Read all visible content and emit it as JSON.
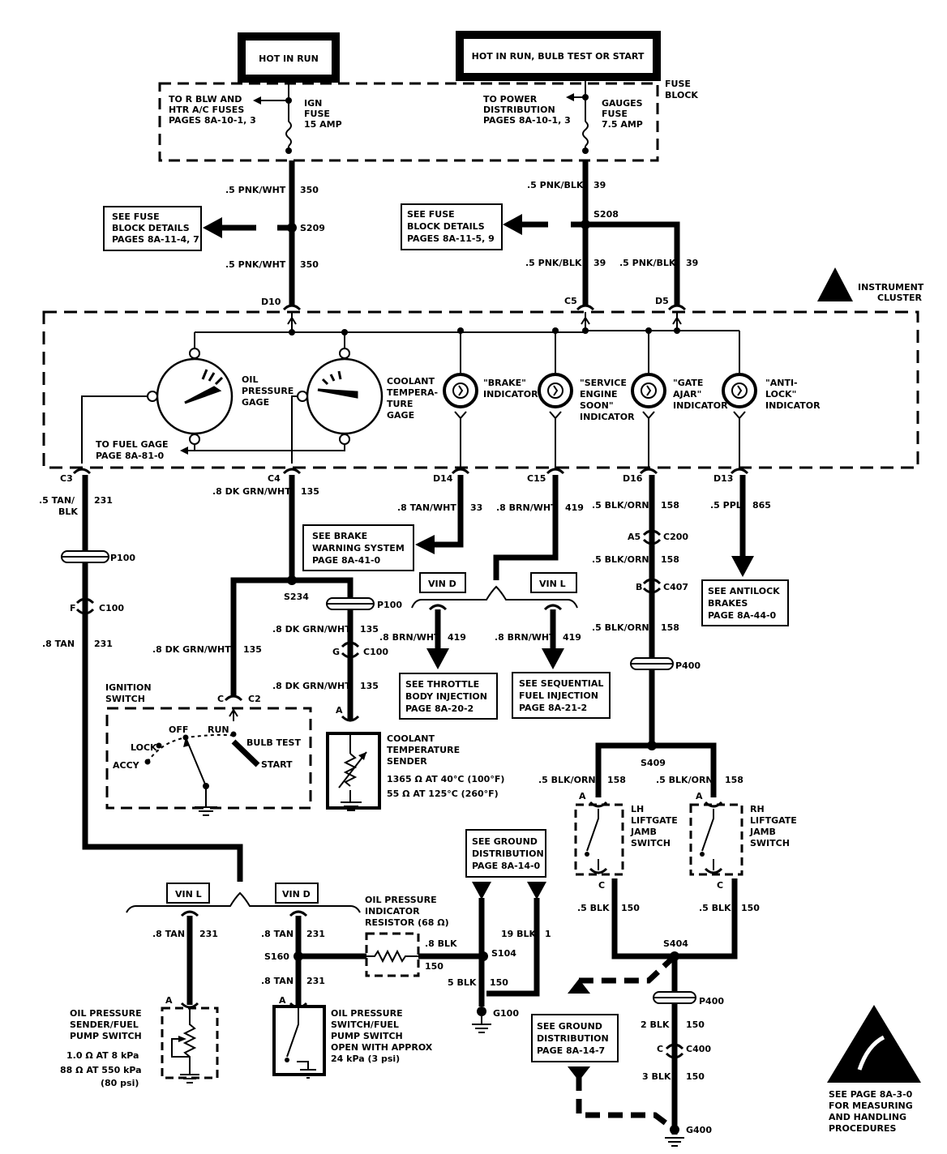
{
  "power": {
    "hot_run": "HOT IN RUN",
    "hot_run_bulb": "HOT IN RUN, BULB TEST OR START"
  },
  "fuse_block": {
    "label_1": "FUSE",
    "label_2": "BLOCK",
    "left_note": [
      "TO R BLW AND",
      "HTR A/C FUSES",
      "PAGES 8A-10-1, 3"
    ],
    "ign_fuse": [
      "IGN",
      "FUSE",
      "15 AMP"
    ],
    "right_note": [
      "TO POWER",
      "DISTRIBUTION",
      "PAGES 8A-10-1, 3"
    ],
    "gauges_fuse": [
      "GAUGES",
      "FUSE",
      "7.5 AMP"
    ]
  },
  "wires": {
    "w350_top": ".5 PNK/WHT",
    "c350": "350",
    "w350_bot": ".5 PNK/WHT",
    "w39_top": ".5 PNK/BLK",
    "c39": "39",
    "w39_bl": ".5 PNK/BLK",
    "w39_br": ".5 PNK/BLK",
    "w231": ".5 TAN/",
    "w231b": "BLK",
    "c231": "231",
    "w135": ".8 DK GRN/WHT",
    "c135": "135",
    "w33": ".8 TAN/WHT",
    "c33": "33",
    "w419": ".8 BRN/WHT",
    "c419": "419",
    "w158": ".5 BLK/ORN",
    "c158": "158",
    "w865": ".5 PPL",
    "c865": "865",
    "w8tan": ".8 TAN",
    "w8blk": ".8 BLK",
    "w19blk": "19 BLK",
    "c1": "1",
    "w5blk": "5 BLK",
    "w5blk2": ".5 BLK",
    "c150": "150",
    "w2blk": "2 BLK",
    "w3blk": "3 BLK"
  },
  "splices": {
    "s209": "S209",
    "s208": "S208",
    "s234": "S234",
    "s409": "S409",
    "s160": "S160",
    "s104": "S104",
    "s404": "S404"
  },
  "connectors": {
    "d10": "D10",
    "c5": "C5",
    "d5": "D5",
    "c3": "C3",
    "c4": "C4",
    "d14": "D14",
    "c15": "C15",
    "d16": "D16",
    "d13": "D13",
    "p100": "P100",
    "c100": "C100",
    "f": "F",
    "g": "G",
    "a": "A",
    "a5": "A5",
    "c200": "C200",
    "b": "B",
    "c407": "C407",
    "p400": "P400",
    "c2": "C2",
    "c": "C",
    "c400": "C400",
    "g100": "G100",
    "g400": "G400"
  },
  "refs": {
    "fuse_left": [
      "SEE FUSE",
      "BLOCK DETAILS",
      "PAGES 8A-11-4, 7"
    ],
    "fuse_right": [
      "SEE FUSE",
      "BLOCK DETAILS",
      "PAGES 8A-11-5, 9"
    ],
    "brake": [
      "SEE BRAKE",
      "WARNING SYSTEM",
      "PAGE 8A-41-0"
    ],
    "antilock": [
      "SEE ANTILOCK",
      "BRAKES",
      "PAGE 8A-44-0"
    ],
    "throttle": [
      "SEE THROTTLE",
      "BODY INJECTION",
      "PAGE 8A-20-2"
    ],
    "sequential": [
      "SEE SEQUENTIAL",
      "FUEL INJECTION",
      "PAGE 8A-21-2"
    ],
    "ground_dist": [
      "SEE GROUND",
      "DISTRIBUTION",
      "PAGE 8A-14-0"
    ],
    "ground_dist2": [
      "SEE GROUND",
      "DISTRIBUTION",
      "PAGE 8A-14-7"
    ]
  },
  "cluster": {
    "label": [
      "INSTRUMENT",
      "CLUSTER"
    ],
    "oil_gage": [
      "OIL",
      "PRESSURE",
      "GAGE"
    ],
    "coolant_gage": [
      "COOLANT",
      "TEMPERA-",
      "TURE",
      "GAGE"
    ],
    "brake_ind": [
      "\"BRAKE\"",
      "INDICATOR"
    ],
    "ses_ind": [
      "\"SERVICE",
      "ENGINE",
      "SOON\"",
      "INDICATOR"
    ],
    "gate_ind": [
      "\"GATE",
      "AJAR\"",
      "INDICATOR"
    ],
    "abs_ind": [
      "\"ANTI-",
      "LOCK\"",
      "INDICATOR"
    ],
    "fuel_gage": [
      "TO FUEL GAGE",
      "PAGE 8A-81-0"
    ]
  },
  "vin": {
    "vin_d": "VIN D",
    "vin_l": "VIN L"
  },
  "ignition": {
    "title": [
      "IGNITION",
      "SWITCH"
    ],
    "off": "OFF",
    "run": "RUN",
    "lock": "LOCK",
    "accy": "ACCY",
    "bulb": "BULB TEST",
    "start": "START"
  },
  "coolant_sender": [
    "COOLANT",
    "TEMPERATURE",
    "SENDER",
    "1365 Ω AT 40°C (100°F)",
    "55 Ω AT 125°C (260°F)"
  ],
  "liftgate": {
    "lh": [
      "LH",
      "LIFTGATE",
      "JAMB",
      "SWITCH"
    ],
    "rh": [
      "RH",
      "LIFTGATE",
      "JAMB",
      "SWITCH"
    ]
  },
  "oil_resistor": [
    "OIL PRESSURE",
    "INDICATOR",
    "RESISTOR (68 Ω)"
  ],
  "oil_sender": [
    "OIL PRESSURE",
    "SENDER/FUEL",
    "PUMP SWITCH",
    "1.0 Ω AT 8 kPa",
    "88 Ω AT 550 kPa",
    "(80 psi)"
  ],
  "oil_switch": [
    "OIL PRESSURE",
    "SWITCH/FUEL",
    "PUMP SWITCH",
    "OPEN WITH APPROX",
    "24 kPa (3 psi)"
  ],
  "esd_note": [
    "SEE PAGE 8A-3-0",
    "FOR MEASURING",
    "AND HANDLING",
    "PROCEDURES"
  ]
}
